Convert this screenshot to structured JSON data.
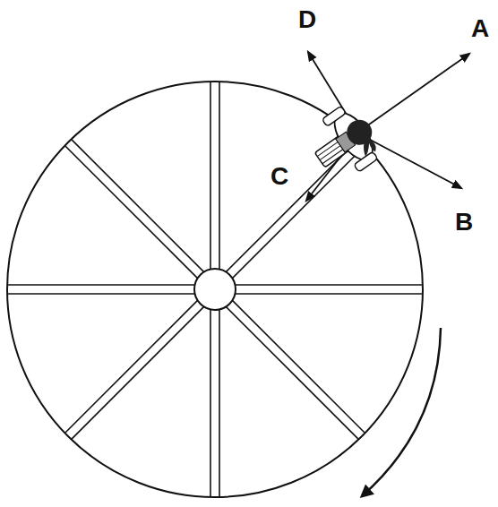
{
  "diagram": {
    "labels": [
      "D",
      "A",
      "C",
      "B"
    ]
  }
}
